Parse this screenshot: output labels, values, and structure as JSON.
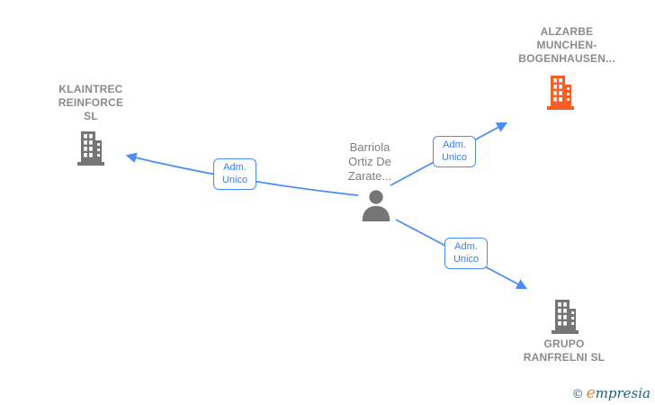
{
  "diagram": {
    "type": "corporate-relationship-graph",
    "person": {
      "name": "Barriola\nOrtiz De\nZarate...",
      "role": "central-node"
    },
    "companies": [
      {
        "id": "klaintrec",
        "name": "KLAINTREC\nREINFORCE\nSL",
        "highlighted": false
      },
      {
        "id": "alzarbe",
        "name": "ALZARBE\nMUNCHEN-\nBOGENHAUSEN...",
        "highlighted": true
      },
      {
        "id": "grupo",
        "name": "GRUPO\nRANFRELNI SL",
        "highlighted": false
      }
    ],
    "edges": [
      {
        "from": "person",
        "to": "klaintrec",
        "label": "Adm.\nUnico"
      },
      {
        "from": "person",
        "to": "alzarbe",
        "label": "Adm.\nUnico"
      },
      {
        "from": "person",
        "to": "grupo",
        "label": "Adm.\nUnico"
      }
    ]
  },
  "colors": {
    "edge_blue": "#4a8cf5",
    "label_text_blue": "#3b7df0",
    "node_gray": "#757575",
    "text_gray": "#8b8b8b",
    "highlight_orange": "#f95d26",
    "watermark_teal": "#1c5f7a",
    "watermark_orange": "#f08124"
  },
  "watermark": {
    "copyright": "©",
    "brand_first_letter": "e",
    "brand_rest": "mpresia"
  }
}
